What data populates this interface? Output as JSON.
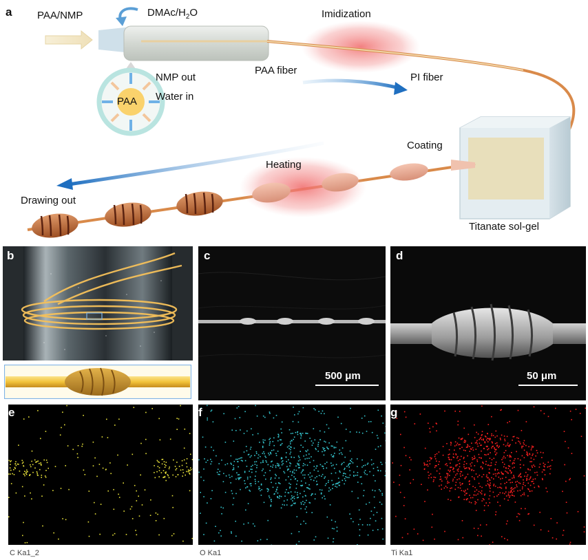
{
  "panel_a": {
    "letter": "a",
    "paa_nmp": "PAA/NMP",
    "dmac_prefix": "DMAc/H",
    "dmac_sub": "2",
    "dmac_suffix": "O",
    "imidization": "Imidization",
    "nmp_out": "NMP out",
    "water_in": "Water in",
    "paa": "PAA",
    "paa_fiber": "PAA fiber",
    "pi_fiber": "PI fiber",
    "coating": "Coating",
    "heating": "Heating",
    "drawing_out": "Drawing out",
    "titanate": "Titanate sol-gel"
  },
  "panel_b": {
    "letter": "b"
  },
  "panel_c": {
    "letter": "c",
    "scale": "500 μm"
  },
  "panel_d": {
    "letter": "d",
    "scale": "50 μm"
  },
  "panel_e": {
    "letter": "e",
    "caption": "C Ka1_2",
    "dot_color": "#e8e23a"
  },
  "panel_f": {
    "letter": "f",
    "caption": "O Ka1",
    "dot_color": "#35c6cf"
  },
  "panel_g": {
    "letter": "g",
    "caption": "Ti Ka1",
    "dot_color": "#ff2020"
  },
  "colors": {
    "fiber": "#d98a4a",
    "heat_glow": "#f38b8b",
    "flow_arrow": "#1f6fc0",
    "bead_brown": "#b5622d"
  }
}
